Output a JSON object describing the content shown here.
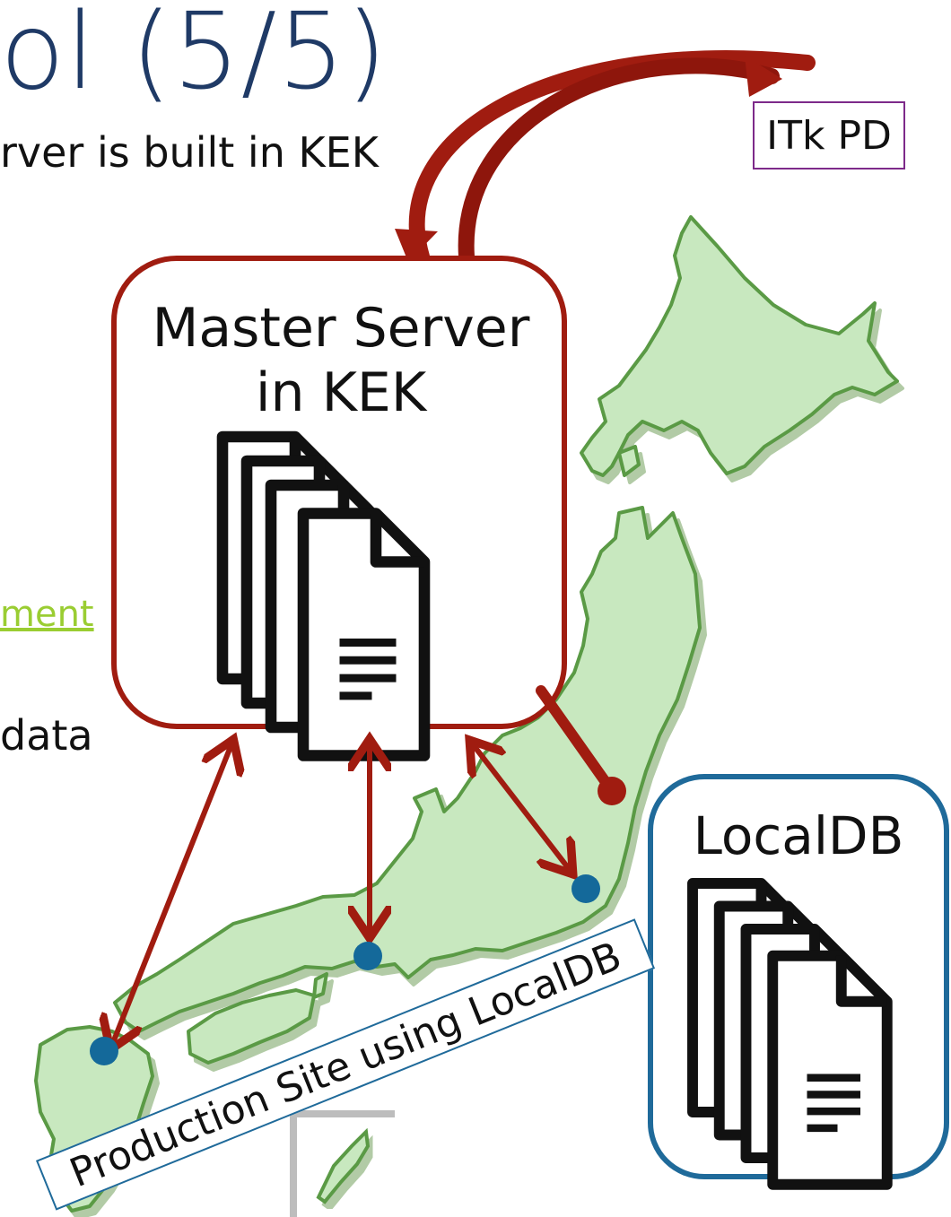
{
  "slide": {
    "title_fragment": "ol (5/5)",
    "bullet_1_fragment": "rver is built in KEK",
    "link_fragment": "ment",
    "bullet_2_fragment": "data"
  },
  "diagram": {
    "itk_pd_label": "ITk PD",
    "master_server_line1": "Master Server",
    "master_server_line2": "in KEK",
    "local_db_label": "LocalDB",
    "production_site_label": "Production Site using LocalDB"
  },
  "colors": {
    "title": "#1f3a66",
    "master_border": "#a01c10",
    "arrow": "#a01c10",
    "localdb_border": "#1f6a9a",
    "site_dot": "#14699a",
    "map_fill": "#c8e8bf",
    "map_stroke": "#5a9a45",
    "itk_border": "#7d2a8a",
    "link": "#9acd32"
  }
}
